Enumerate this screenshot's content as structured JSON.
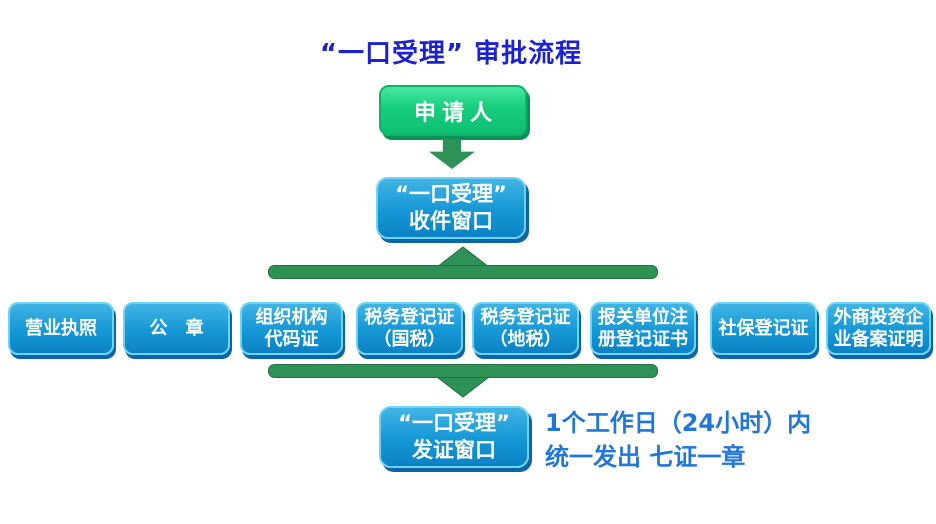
{
  "title": "“一口受理” 审批流程",
  "applicant": {
    "label": "申请人"
  },
  "intake_window": {
    "line1": "“一口受理”",
    "line2": "收件窗口"
  },
  "documents": [
    {
      "lines": [
        "营业执照"
      ]
    },
    {
      "lines": [
        "公　章"
      ]
    },
    {
      "lines": [
        "组织机构",
        "代码证"
      ]
    },
    {
      "lines": [
        "税务登记证",
        "（国税）"
      ]
    },
    {
      "lines": [
        "税务登记证",
        "（地税）"
      ]
    },
    {
      "lines": [
        "报关单位注",
        "册登记证书"
      ]
    },
    {
      "lines": [
        "社保登记证"
      ]
    },
    {
      "lines": [
        "外商投资企",
        "业备案证明"
      ]
    }
  ],
  "issuance_window": {
    "line1": "“一口受理”",
    "line2": "发证窗口"
  },
  "note": {
    "line1": "1个工作日（24小时）内",
    "line2": "统一发出 七证一章"
  },
  "colors": {
    "title_blue": "#1b22d3",
    "note_blue": "#2176d9",
    "box_blue": "#1597d6",
    "box_blue_border": "#6fd4f2",
    "box_blue_shadow": "#0b65a8",
    "green_button": "#16cd7d",
    "green_button_shadow": "#0a9156",
    "connector_green": "#2e9155",
    "background": "#ffffff"
  }
}
